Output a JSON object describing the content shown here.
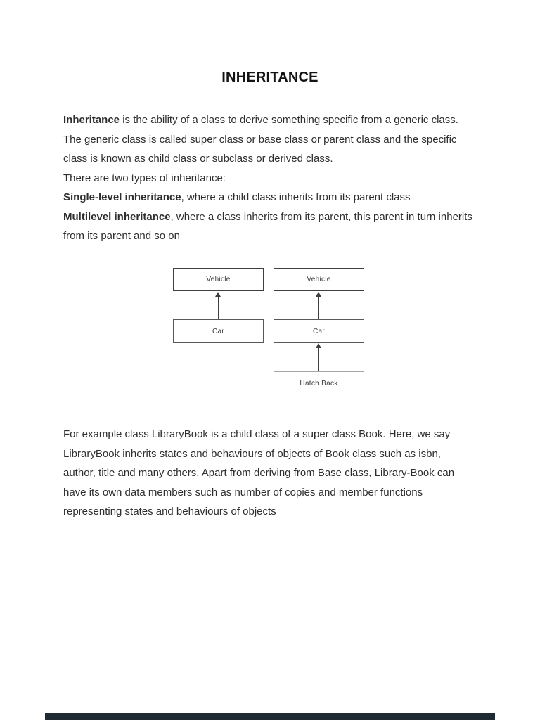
{
  "document": {
    "title": "INHERITANCE",
    "paragraph1": {
      "lines": [
        {
          "bold": "Inheritance",
          "text": " is the ability of a class to derive something specific from a generic class."
        },
        {
          "bold": "",
          "text": "The generic class is called super class or base class or parent class and the specific"
        },
        {
          "bold": "",
          "text": "class is known as child class or subclass or derived class."
        },
        {
          "bold": "",
          "text": "There are two types of inheritance:"
        },
        {
          "bold": "Single-level inheritance",
          "text": ", where a child class inherits from its parent class"
        },
        {
          "bold": "Multilevel inheritance",
          "text": ", where a class inherits from its parent, this parent in turn inherits"
        },
        {
          "bold": "",
          "text": "from its parent and so on"
        }
      ]
    },
    "diagram": {
      "single_level": {
        "parent": "Vehicle",
        "child": "Car"
      },
      "multilevel": {
        "grandparent": "Vehicle",
        "parent": "Car",
        "child": "Hatch Back"
      }
    },
    "paragraph2": {
      "lines": [
        "For example class LibraryBook is a child class of a super class Book. Here, we say",
        "LibraryBook inherits states and behaviours of objects of Book class such as isbn,",
        "author, title and many others. Apart from deriving from Base class, Library-Book can",
        "have its own data members such as number of copies and member functions",
        "representing states and behaviours of objects"
      ]
    }
  },
  "viewer": {
    "toolbar_color": "#1f2a33"
  }
}
